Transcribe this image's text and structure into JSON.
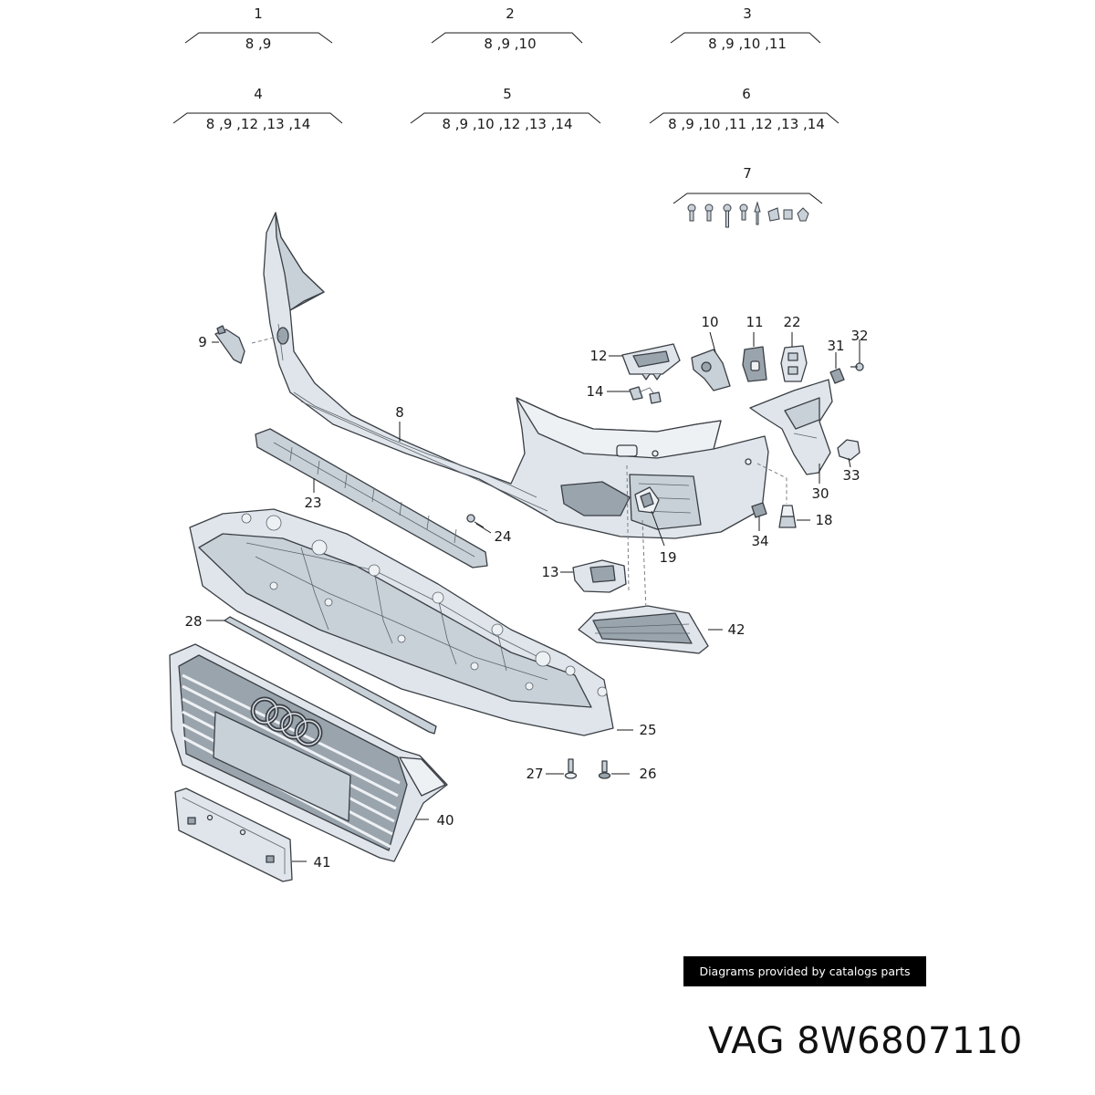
{
  "groups": [
    {
      "number": "1",
      "items": "8 ,9"
    },
    {
      "number": "2",
      "items": "8 ,9 ,10"
    },
    {
      "number": "3",
      "items": "8 ,9 ,10 ,11"
    },
    {
      "number": "4",
      "items": "8 ,9 ,12 ,13 ,14"
    },
    {
      "number": "5",
      "items": "8 ,9 ,10 ,12 ,13 ,14"
    },
    {
      "number": "6",
      "items": "8 ,9 ,10 ,11 ,12 ,13 ,14"
    },
    {
      "number": "7",
      "items": ""
    }
  ],
  "callouts": {
    "c8": "8",
    "c9": "9",
    "c10": "10",
    "c11": "11",
    "c12": "12",
    "c13": "13",
    "c14": "14",
    "c18": "18",
    "c19": "19",
    "c22": "22",
    "c23": "23",
    "c24": "24",
    "c25": "25",
    "c26": "26",
    "c27": "27",
    "c28": "28",
    "c30": "30",
    "c31": "31",
    "c32": "32",
    "c33": "33",
    "c34": "34",
    "c40": "40",
    "c41": "41",
    "c42": "42"
  },
  "credit": "Diagrams provided by catalogs parts",
  "caption": "VAG 8W6807110"
}
